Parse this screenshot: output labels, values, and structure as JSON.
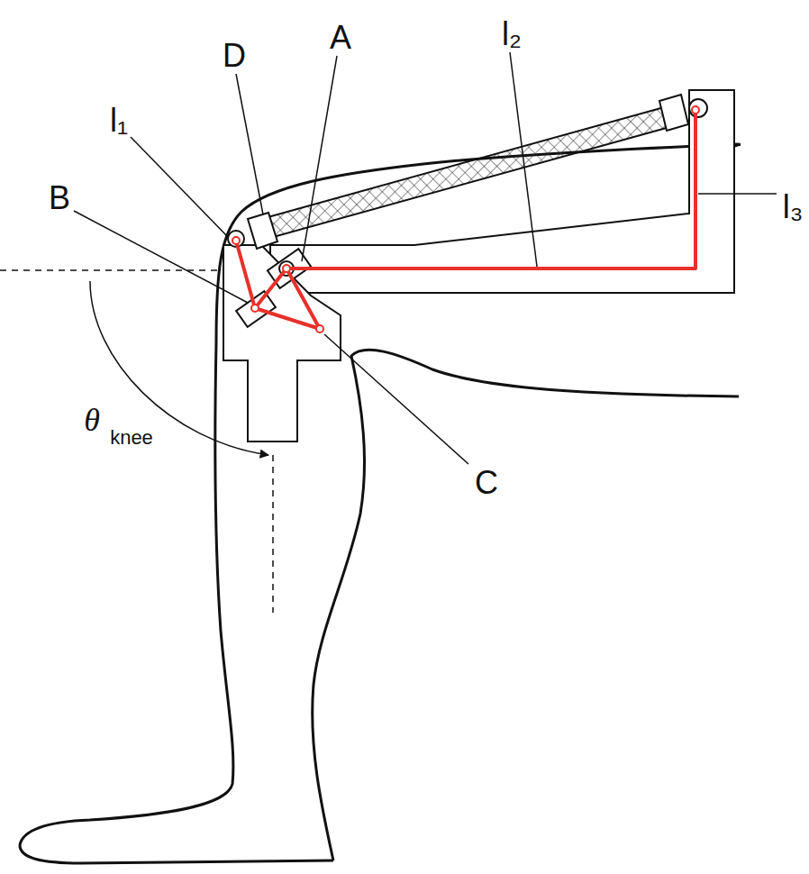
{
  "diagram": {
    "labels": [
      "D",
      "A",
      "l₂",
      "l₁",
      "B",
      "l₃",
      "C",
      "θ",
      "knee"
    ]
  }
}
